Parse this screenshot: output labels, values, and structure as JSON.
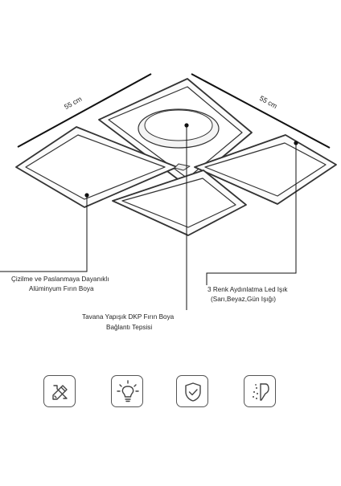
{
  "dimensions": {
    "left": "55 cm",
    "right": "55 cm"
  },
  "callouts": {
    "coating_line1": "Çizilme ve Paslanmaya Dayanıklı",
    "coating_line2": "Alüminyum Fırın Boya",
    "led_line1": "3 Renk Aydınlatma Led Işık",
    "led_line2": "(Sarı,Beyaz,Gün Işığı)",
    "tray_line1": "Tavana Yapışık DKP Fırın Boya",
    "tray_line2": "Bağlantı Tepsisi"
  },
  "features": [
    {
      "icon": "scratch-resistant-icon"
    },
    {
      "icon": "light-bulb-icon"
    },
    {
      "icon": "shield-check-icon"
    },
    {
      "icon": "durable-coating-icon"
    }
  ]
}
